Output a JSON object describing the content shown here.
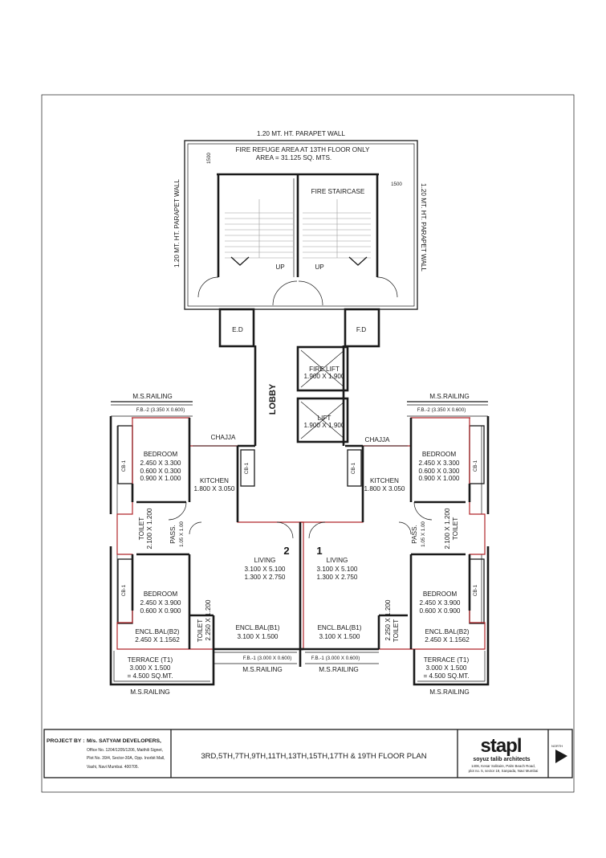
{
  "plan": {
    "top": {
      "parapet_top": "1.20 MT. HT. PARAPET WALL",
      "parapet_left": "1.20 MT. HT. PARAPET WALL",
      "parapet_right": "1.20 MT. HT. PARAPET WALL",
      "refuge_line1": "FIRE REFUGE AREA AT 13TH FLOOR ONLY",
      "refuge_line2": "AREA = 31.125 SQ. MTS.",
      "dim_left": "1500",
      "dim_right": "1500",
      "fire_staircase": "FIRE STAIRCASE",
      "up_left": "UP",
      "up_right": "UP",
      "ed": "E.D",
      "fd": "F.D"
    },
    "core": {
      "lobby": "LOBBY",
      "fire_lift": [
        "FIRE LIFT",
        "1.900 X 1.900"
      ],
      "lift": [
        "LIFT",
        "1.900 X 1.900"
      ]
    },
    "left_unit": {
      "number": "2",
      "ms_railing_top": "M.S.RAILING",
      "fb2": "F.B.-2 (3.350 X 0.600)",
      "chajja": "CHAJJA",
      "cb1_a": "CB-1",
      "cb1_b": "CB-1",
      "cb1_c": "CB-1",
      "bedroom1": [
        "BEDROOM",
        "2.450 X 3.300",
        "0.600 X 0.300",
        "0.900 X 1.000"
      ],
      "kitchen": [
        "KITCHEN",
        "1.800 X 3.050"
      ],
      "toilet1": [
        "TOILET",
        "2.100 X 1.200"
      ],
      "pass": [
        "PASS.",
        "1.05 X 1.00"
      ],
      "living": [
        "LIVING",
        "3.100 X 5.100",
        "1.300 X 2.750"
      ],
      "bedroom2": [
        "BEDROOM",
        "2.450 X 3.900",
        "0.600 X 0.900"
      ],
      "toilet2": [
        "TOILET",
        "2.250 X 1.200"
      ],
      "encl_bal_b2": [
        "ENCL.BAL(B2)",
        "2.450 X 1.1562"
      ],
      "encl_bal_b1": [
        "ENCL.BAL(B1)",
        "3.100 X 1.500"
      ],
      "fb1": "F.B.-1 (3.000 X 0.600)",
      "ms_railing_mid": "M.S.RAILING",
      "terrace": [
        "TERRACE (T1)",
        "3.000 X 1.500",
        "= 4.500 SQ.MT."
      ],
      "ms_railing_bottom": "M.S.RAILING"
    },
    "right_unit": {
      "number": "1",
      "ms_railing_top": "M.S.RAILING",
      "fb2": "F.B.-2 (3.350 X 0.600)",
      "chajja": "CHAJJA",
      "cb1_a": "CB-1",
      "cb1_b": "CB-1",
      "cb1_c": "CB-1",
      "bedroom1": [
        "BEDROOM",
        "2.450 X 3.300",
        "0.600 X 0.300",
        "0.900 X 1.000"
      ],
      "kitchen": [
        "KITCHEN",
        "1.800 X 3.050"
      ],
      "toilet1": [
        "TOILET",
        "2.100 X 1.200"
      ],
      "pass": [
        "PASS.",
        "1.05 X 1.00"
      ],
      "living": [
        "LIVING",
        "3.100 X 5.100",
        "1.300 X 2.750"
      ],
      "bedroom2": [
        "BEDROOM",
        "2.450 X 3.900",
        "0.600 X 0.900"
      ],
      "toilet2": [
        "TOILET",
        "2.250 X 1.200"
      ],
      "encl_bal_b2": [
        "ENCL.BAL(B2)",
        "2.450 X 1.1562"
      ],
      "encl_bal_b1": [
        "ENCL.BAL(B1)",
        "3.100 X 1.500"
      ],
      "fb1": "F.B.-1 (3.000 X 0.600)",
      "ms_railing_mid": "M.S.RAILING",
      "terrace": [
        "TERRACE (T1)",
        "3.000 X 1.500",
        "= 4.500 SQ.MT."
      ],
      "ms_railing_bottom": "M.S.RAILING"
    }
  },
  "title_block": {
    "project_by": "PROJECT BY :",
    "developer": "M/s. SATYAM DEVELOPERS,",
    "address": [
      "Office No. 1204/1205/1206, Maithili Signet,",
      "Plot No. 39/4, Sector-30A, Opp. Inorbit Mall,",
      "Vashi, Navi Mumbai. 400705."
    ],
    "drawing_title": "3RD,5TH,7TH,9TH,11TH,13TH,15TH,17TH & 19TH FLOOR PLAN",
    "logo_text": "stapl",
    "architect": "soyuz talib architects",
    "architect_address": [
      "1406, Kesar Solitaire, Palm Beach Road,",
      "plot no. 5, sector 19, Sanpada, Navi Mumbai"
    ],
    "north": "NORTH"
  },
  "colors": {
    "wall": "#1a1a1a",
    "unit_outline": "#b0262a"
  }
}
